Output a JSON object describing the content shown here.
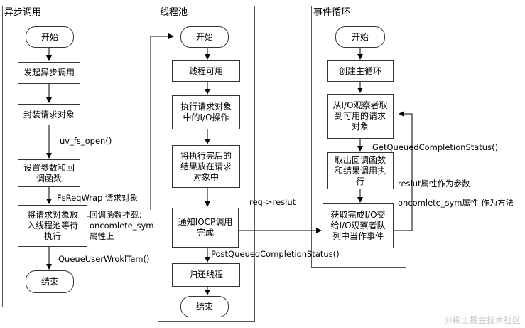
{
  "lanes": {
    "async": "异步调用",
    "pool": "线程池",
    "loop": "事件循环"
  },
  "async": {
    "start": "开始",
    "initiate": "发起异步调用",
    "wrap": "封装请求对象",
    "set_params": "设置参数和回\n调函数",
    "enqueue": "将请求对象放\n入线程池等待\n执行",
    "end": "结束"
  },
  "pool": {
    "start": "开始",
    "thread_ready": "线程可用",
    "exec_io": "执行请求对象\n中的I/O操作",
    "put_result": "将执行完后的\n结果放在请求\n对象中",
    "notify_iocp": "通知IOCP调用\n完成",
    "return_thread": "归还线程",
    "end": "结束"
  },
  "loop": {
    "start": "开始",
    "create_loop": "创建主循环",
    "take_request": "从I/O观察者取\n到可用的请求\n对象",
    "run_callback": "取出回调函数\n和结果调用执\n行",
    "get_complete": "获取完成I/O交\n给I/O观察者队\n列中当作事件"
  },
  "labels": {
    "uv_fs_open": "uv_fs_open()",
    "fsreqwrap": "FsReqWrap 请求对象",
    "callback_mount": "回调函数挂载：\noncomlete_sym\n属性上",
    "queue_user": "QueueUserWroklTem()",
    "req_result": "req->reslut",
    "post_queued": "PostQueuedCompletionStatus()",
    "get_queued": "GetQueuedCompletionStatus()",
    "result_param": "reslut属性作为参数",
    "oncomplete_method": "oncomlete_sym属性 作为方法"
  },
  "watermark": "@稀土掘金技术社区"
}
